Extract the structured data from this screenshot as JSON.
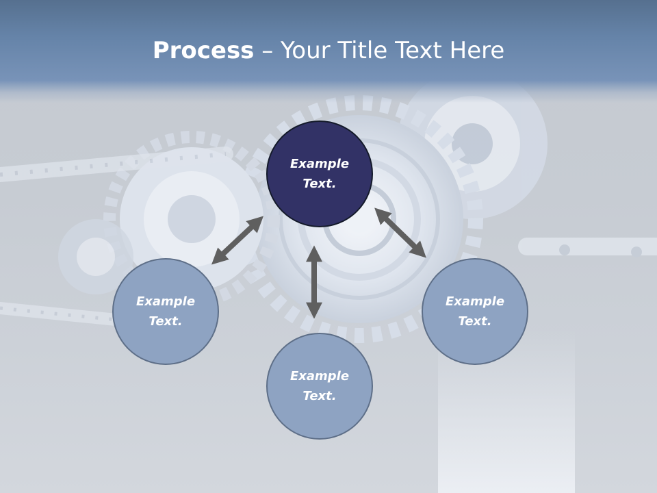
{
  "slide": {
    "title_bold": "Process",
    "title_rest": " – Your Title Text Here"
  },
  "nodes": {
    "center": "Example Text.",
    "left": "Example Text.",
    "bottom": "Example Text.",
    "right": "Example Text."
  },
  "colors": {
    "title_band": "#6583a8",
    "center_circle": "#323266",
    "outer_circle": "#8ea3c2",
    "arrow": "#5f5f5f"
  },
  "icons": [
    "double-arrow-icon",
    "gear-icon",
    "chain-icon"
  ]
}
